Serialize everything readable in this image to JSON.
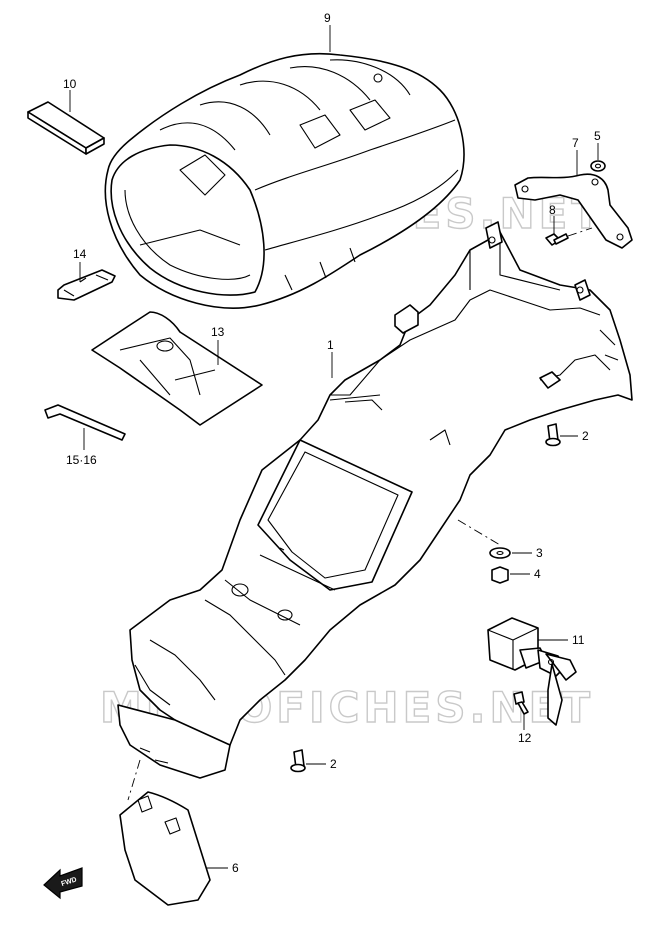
{
  "watermarks": [
    "MICROFICHES.NET",
    "MICROFICHES.NET"
  ],
  "fwd_label": "FWD",
  "labels": {
    "p1": "1",
    "p2a": "2",
    "p2b": "2",
    "p3": "3",
    "p4": "4",
    "p5": "5",
    "p6": "6",
    "p7": "7",
    "p8": "8",
    "p9": "9",
    "p10": "10",
    "p11": "11",
    "p12": "12",
    "p13": "13",
    "p14": "14",
    "p15_16": "15·16"
  }
}
